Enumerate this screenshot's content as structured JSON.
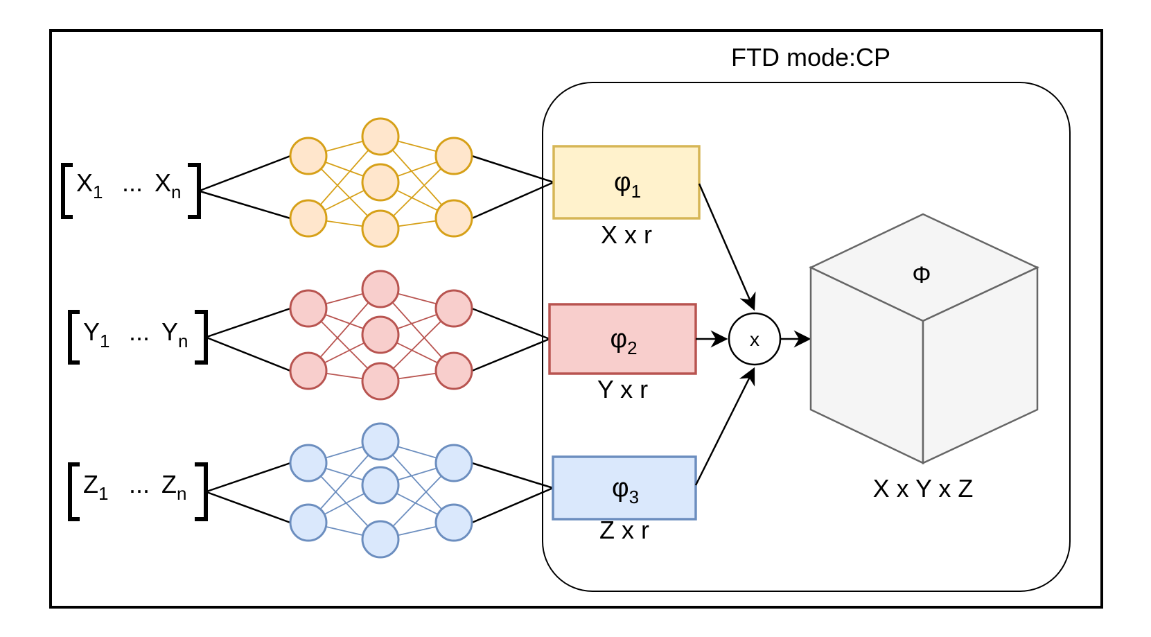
{
  "mode_label": "FTD mode:CP",
  "colors": {
    "line": "#000000",
    "yellow_stroke": "#d6a018",
    "yellow_fill": "#ffe6cc",
    "yellow_box_fill": "#fff2cc",
    "yellow_box_stroke": "#d6b656",
    "red_stroke": "#b85450",
    "red_fill": "#f8cecc",
    "blue_stroke": "#6c8ebf",
    "blue_fill": "#dae8fc",
    "cube_stroke": "#666666",
    "cube_fill": "#f5f5f5"
  },
  "branches": [
    {
      "id": "x",
      "input": {
        "a": "X",
        "a_sub": "1",
        "dots": "...",
        "b": "X",
        "b_sub": "n"
      },
      "factor": {
        "symbol": "φ",
        "sub": "1"
      },
      "dim": "X x r",
      "color": "yellow"
    },
    {
      "id": "y",
      "input": {
        "a": "Y",
        "a_sub": "1",
        "dots": "...",
        "b": "Y",
        "b_sub": "n"
      },
      "factor": {
        "symbol": "φ",
        "sub": "2"
      },
      "dim": "Y x r",
      "color": "red"
    },
    {
      "id": "z",
      "input": {
        "a": "Z",
        "a_sub": "1",
        "dots": "...",
        "b": "Z",
        "b_sub": "n"
      },
      "factor": {
        "symbol": "φ",
        "sub": "3"
      },
      "dim": "Z x r",
      "color": "blue"
    }
  ],
  "operator": "x",
  "tensor": {
    "symbol": "Φ",
    "dim": "X x Y x Z"
  }
}
